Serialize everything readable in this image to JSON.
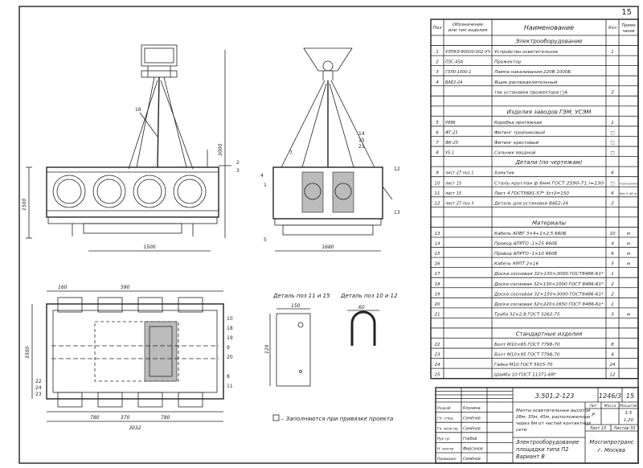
{
  "page_number": "15",
  "sheet_code": "3.501.2-123",
  "album_code": "1246/3",
  "sheet_num": "15",
  "legend_text": "– Заполняются при привязке проекта",
  "views": {
    "detail_11_15": "Деталь поз 11 и 15",
    "detail_10_12": "Деталь поз 10 и 12",
    "dims": {
      "height_main": "3000",
      "height_left": "1500",
      "width_front": "1500",
      "width_side": "1680",
      "plan_height": "3500",
      "plan_width": "3032",
      "d160": "160",
      "d590": "590",
      "d780": "780",
      "d370": "370",
      "d150": "150",
      "d120": "120",
      "d60": "60"
    }
  },
  "spec": {
    "headers": [
      "Поз",
      "Обозначение или тип изделия",
      "Наименование",
      "Кол",
      "Приме чание"
    ],
    "rows": [
      {
        "type": "section",
        "name": "Электрооборудование"
      },
      {
        "pos": "1",
        "code": "УЭПКЭ-80000-002-УЧ",
        "name": "Устройство осветительное",
        "qty": "1",
        "note": ""
      },
      {
        "pos": "2",
        "code": "ПЗС-45А",
        "name": "Прожектор",
        "qty": "",
        "note": ""
      },
      {
        "pos": "3",
        "code": "ГЗЛ0-1000-1",
        "name": "Лампа накаливания 220В 1000Б",
        "qty": "",
        "note": ""
      },
      {
        "pos": "4",
        "code": "ВАЕ2-24",
        "name": "Ящик распределительный",
        "qty": "",
        "note": ""
      },
      {
        "pos": "",
        "code": "",
        "name": "так установки прожектора □А",
        "qty": "2",
        "note": ""
      },
      {
        "type": "gap"
      },
      {
        "type": "section",
        "name": "Изделия заводов ГЭМ, УСЭМ"
      },
      {
        "pos": "5",
        "code": "У996",
        "name": "Коробка протяжная",
        "qty": "1",
        "note": ""
      },
      {
        "pos": "6",
        "code": "ФТ-25",
        "name": "Фитинг тройниковый",
        "qty": "□",
        "note": ""
      },
      {
        "pos": "7",
        "code": "ФК-25",
        "name": "Фитинг крестовый",
        "qty": "□",
        "note": ""
      },
      {
        "pos": "8",
        "code": "У5 1",
        "name": "Сальник вводной",
        "qty": "□",
        "note": ""
      },
      {
        "type": "section",
        "name": "Детали (по чертежам)"
      },
      {
        "pos": "9",
        "code": "лист 27 поз 1",
        "name": "Хомутик",
        "qty": "6",
        "note": ""
      },
      {
        "pos": "10",
        "code": "лист 15",
        "name": "Сталь круглая ф 6мм ГОСТ 2590-71 l=130",
        "qty": "□",
        "note": "Кол и длину опред при привязке"
      },
      {
        "pos": "11",
        "code": "лист 15",
        "name": "Лист 4 ГОСТ5681-57* 3ст2=150",
        "qty": "6",
        "note": "Вес 0,48 кг"
      },
      {
        "pos": "12",
        "code": "лист 27 поз 3",
        "name": "Деталь для установки ВАЕ2-24",
        "qty": "2",
        "note": ""
      },
      {
        "type": "gap"
      },
      {
        "type": "section",
        "name": "Материалы"
      },
      {
        "pos": "13",
        "code": "",
        "name": "Кабель АПВГ 3×4+1×2,5 660Б",
        "qty": "10",
        "note": "м"
      },
      {
        "pos": "14",
        "code": "",
        "name": "Провод АПРТО -1×25 660Б",
        "qty": "4",
        "note": "м"
      },
      {
        "pos": "15",
        "code": "",
        "name": "Провод АПРТО -1×10 660Б",
        "qty": "6",
        "note": "м"
      },
      {
        "pos": "16",
        "code": "",
        "name": "Кабель КРПТ 2×16",
        "qty": "5",
        "note": "м"
      },
      {
        "pos": "17",
        "code": "",
        "name": "Доска сосновая 32×130×3000 ГОСТ8486-61*",
        "qty": "1",
        "note": ""
      },
      {
        "pos": "18",
        "code": "",
        "name": "Доска сосновая 32×130×1000 ГОСТ 8486-61*",
        "qty": "2",
        "note": ""
      },
      {
        "pos": "19",
        "code": "",
        "name": "Доска сосновая 32×150×3000 ГОСТ8486-61*",
        "qty": "2",
        "note": ""
      },
      {
        "pos": "20",
        "code": "",
        "name": "Доска сосновая 32×220×1650 ГОСТ 8486-61*",
        "qty": "1",
        "note": ""
      },
      {
        "pos": "21",
        "code": "",
        "name": "Труба 32×2,8 ГОСТ 3262-75",
        "qty": "3",
        "note": "м"
      },
      {
        "type": "gap"
      },
      {
        "type": "section",
        "name": "Стандартные изделия"
      },
      {
        "pos": "22",
        "code": "",
        "name": "Болт М10×65 ГОСТ 7798-70",
        "qty": "8",
        "note": ""
      },
      {
        "pos": "23",
        "code": "",
        "name": "Болт М10×95 ГОСТ 7798-70",
        "qty": "4",
        "note": ""
      },
      {
        "pos": "24",
        "code": "",
        "name": "Гайка М10 ГОСТ 5915-70",
        "qty": "24",
        "note": ""
      },
      {
        "pos": "25",
        "code": "",
        "name": "Шайба 10 ГОСТ 11371-68*",
        "qty": "12",
        "note": ""
      }
    ]
  },
  "title_block": {
    "people": [
      {
        "role": "Разраб",
        "name": "Клунина"
      },
      {
        "role": "Гл. спец",
        "name": "Семёнов"
      },
      {
        "role": "Гл. инж пр",
        "name": "Семёнов"
      },
      {
        "role": "Рук гр",
        "name": "Глебов"
      },
      {
        "role": "Н. контр",
        "name": "Фирсанов"
      },
      {
        "role": "Проверил",
        "name": "Семёнов"
      }
    ],
    "title": "Мачты осветительные высотой 28м, 35м, 45м, расположенные через 6м от частей контактной сети",
    "subtitle": "Электрооборудование площадки типа П2 Вариант В",
    "stage_header": "Лит",
    "mass_header": "Масса",
    "scale_header": "Масштаб",
    "stage": "Р",
    "scale1": "1:5",
    "scale2": "1:20",
    "sheet_label": "Лист 15",
    "sheets_label": "Листов 33",
    "org": "Мосгипротранс г. Москва"
  }
}
